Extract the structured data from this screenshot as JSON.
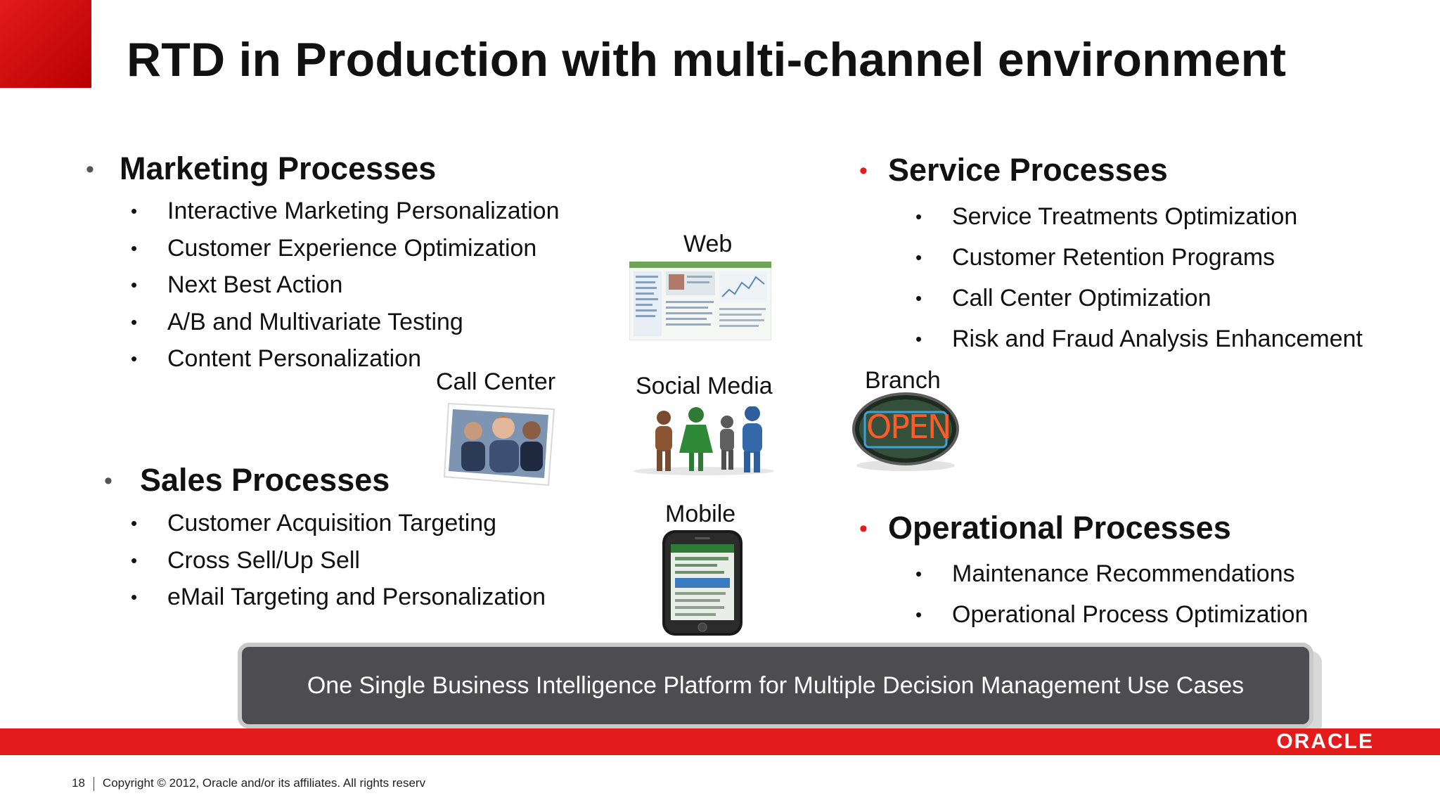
{
  "title": "RTD in Production with multi-channel environment",
  "marketing": {
    "heading": "Marketing Processes",
    "items": [
      "Interactive Marketing Personalization",
      "Customer Experience Optimization",
      "Next Best Action",
      "A/B and Multivariate Testing",
      "Content Personalization"
    ]
  },
  "sales": {
    "heading": "Sales Processes",
    "items": [
      "Customer Acquisition Targeting",
      "Cross Sell/Up Sell",
      "eMail Targeting and Personalization"
    ]
  },
  "service": {
    "heading": "Service Processes",
    "items": [
      "Service Treatments Optimization",
      "Customer Retention Programs",
      "Call Center Optimization",
      "Risk and Fraud Analysis Enhancement"
    ]
  },
  "operational": {
    "heading": "Operational Processes",
    "items": [
      "Maintenance Recommendations",
      "Operational Process Optimization"
    ]
  },
  "channels": {
    "web": "Web",
    "call_center": "Call Center",
    "social_media": "Social Media",
    "branch": "Branch",
    "mobile": "Mobile",
    "open_sign_text": "OPEN"
  },
  "banner": "One Single Business Intelligence Platform for Multiple Decision Management  Use Cases",
  "footer": {
    "page_number": "18",
    "copyright": "Copyright © 2012, Oracle and/or its affiliates. All rights reserv"
  },
  "logo": "ORACLE",
  "colors": {
    "brand_red": "#e31b1b",
    "banner_gray": "#4d4d4f"
  }
}
